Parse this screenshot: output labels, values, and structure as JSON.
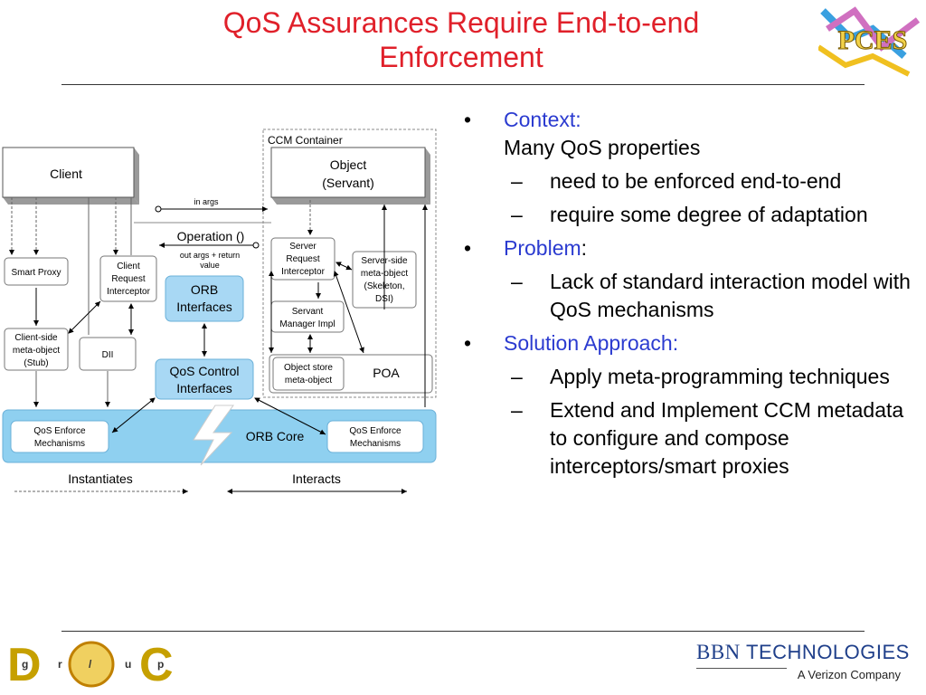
{
  "title": {
    "line1": "QoS Assurances Require End-to-end",
    "line2": "Enforcement"
  },
  "logos": {
    "pces": "PCES",
    "doc_group": [
      "D",
      "O",
      "C",
      "g",
      "r",
      "/",
      "u",
      "p"
    ],
    "bbn": {
      "name_a": "BBN ",
      "name_b": "TECHNOLOGIES",
      "tagline": "A Verizon Company"
    }
  },
  "bullets": [
    {
      "label": "Context:",
      "extra": "Many QoS properties",
      "subs": [
        "need to be enforced end-to-end",
        "require some degree of adaptation"
      ]
    },
    {
      "label": "Problem",
      "suffix": ":",
      "subs": [
        "Lack of standard interaction model with QoS mechanisms"
      ]
    },
    {
      "label": "Solution Approach:",
      "subs": [
        "Apply meta-programming techniques",
        "Extend and Implement CCM metadata to configure and compose interceptors/smart proxies"
      ]
    }
  ],
  "diagram": {
    "ccm_container": "CCM Container",
    "client": "Client",
    "object": [
      "Object",
      "(Servant)"
    ],
    "in_args": "in args",
    "operation": "Operation ()",
    "out_args": [
      "out args + return",
      "value"
    ],
    "smart_proxy": "Smart Proxy",
    "client_interceptor": [
      "Client",
      "Request",
      "Interceptor"
    ],
    "orb_interfaces": [
      "ORB",
      "Interfaces"
    ],
    "server_interceptor": [
      "Server",
      "Request",
      "Interceptor"
    ],
    "server_meta": [
      "Server-side",
      "meta-object",
      "(Skeleton,",
      "DSI)"
    ],
    "servant_manager": [
      "Servant",
      "Manager Impl"
    ],
    "client_meta": [
      "Client-side",
      "meta-object",
      "(Stub)"
    ],
    "dii": "DII",
    "qos_control": [
      "QoS Control",
      "Interfaces"
    ],
    "object_store": [
      "Object store",
      "meta-object"
    ],
    "poa": "POA",
    "qos_enforce_left": [
      "QoS Enforce",
      "Mechanisms"
    ],
    "orb_core": "ORB Core",
    "qos_enforce_right": [
      "QoS Enforce",
      "Mechanisms"
    ],
    "instantiates": "Instantiates",
    "interacts": "Interacts"
  },
  "colors": {
    "title": "#e0202a",
    "bullet_label": "#2b3bd0",
    "orb_blue": "#8fd0f0",
    "box_blue": "#a8d8f4"
  }
}
